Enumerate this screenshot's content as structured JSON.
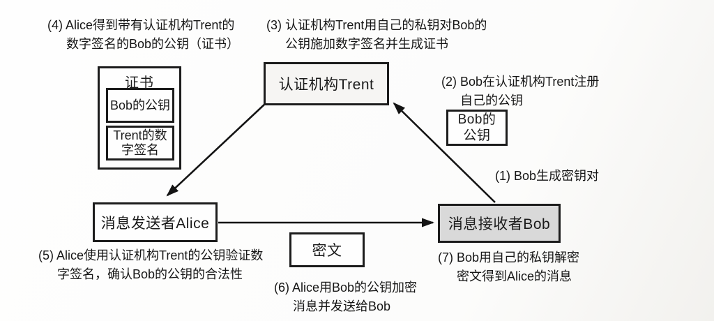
{
  "diagram_title": "PKI certificate workflow (Alice, Bob, CA Trent)",
  "colors": {
    "border": "#1c1c1c",
    "bob_box_fill": "#d9d9d9",
    "trent_box_fill": "#f6f5f3",
    "background": "#fdfdfc"
  },
  "nodes": {
    "trent": {
      "label": "认证机构Trent"
    },
    "alice": {
      "label": "消息发送者Alice"
    },
    "bob": {
      "label": "消息接收者Bob"
    },
    "ciphertext": {
      "label": "密文"
    },
    "bob_pubkey": {
      "line1": "Bob的",
      "line2": "公钥"
    },
    "certificate": {
      "title": "证书",
      "item1": "Bob的公钥",
      "item2_line1": "Trent的",
      "item2_line2": "数字签名"
    }
  },
  "annotations": {
    "a1": {
      "line1": "(1) Bob生成密钥对",
      "line2": ""
    },
    "a2": {
      "line1": "(2) Bob在认证机构Trent注册",
      "line2": "自己的公钥"
    },
    "a3": {
      "line1": "(3) 认证机构Trent用自己的私钥对Bob的",
      "line2": "公钥施加数字签名并生成证书"
    },
    "a4": {
      "line1": "(4) Alice得到带有认证机构Trent的",
      "line2": "数字签名的Bob的公钥（证书）"
    },
    "a5": {
      "line1": "(5) Alice使用认证机构Trent的公钥验证数",
      "line2": "字签名，确认Bob的公钥的合法性"
    },
    "a6": {
      "line1": "(6) Alice用Bob的公钥加密",
      "line2": "消息并发送给Bob"
    },
    "a7": {
      "line1": "(7) Bob用自己的私钥解密",
      "line2": "密文得到Alice的消息"
    }
  },
  "arrows": {
    "trent_to_alice": "Trent → Alice (issues certificate)",
    "bob_to_trent": "Bob → Trent (registers public key)",
    "alice_to_bob": "Alice → Bob (sends ciphertext)"
  }
}
